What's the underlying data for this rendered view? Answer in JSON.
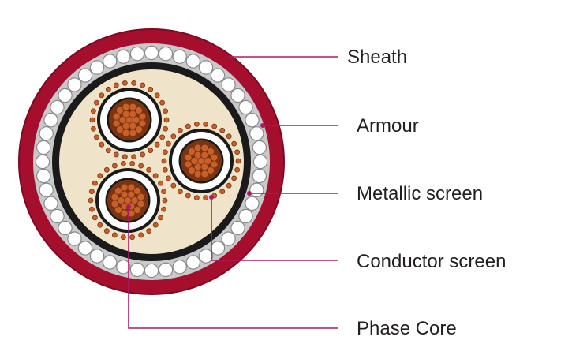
{
  "colors": {
    "sheath": "#a50f2d",
    "sheath_edge": "#7d0a21",
    "armour_band": "#c9c9c9",
    "armour_wire_fill": "#ffffff",
    "armour_wire_stroke": "#8a8a8a",
    "inner_black": "#1a1a1a",
    "filler": "#efe3c9",
    "copper": "#c8602a",
    "copper_stroke": "#7a3412",
    "insulation": "#ffffff",
    "leader_line": "#b0186a",
    "text": "#231f20"
  },
  "labels": {
    "sheath": "Sheath",
    "armour": "Armour",
    "metallic_screen": "Metallic screen",
    "conductor_screen": "Conductor screen",
    "phase_core": "Phase Core"
  }
}
